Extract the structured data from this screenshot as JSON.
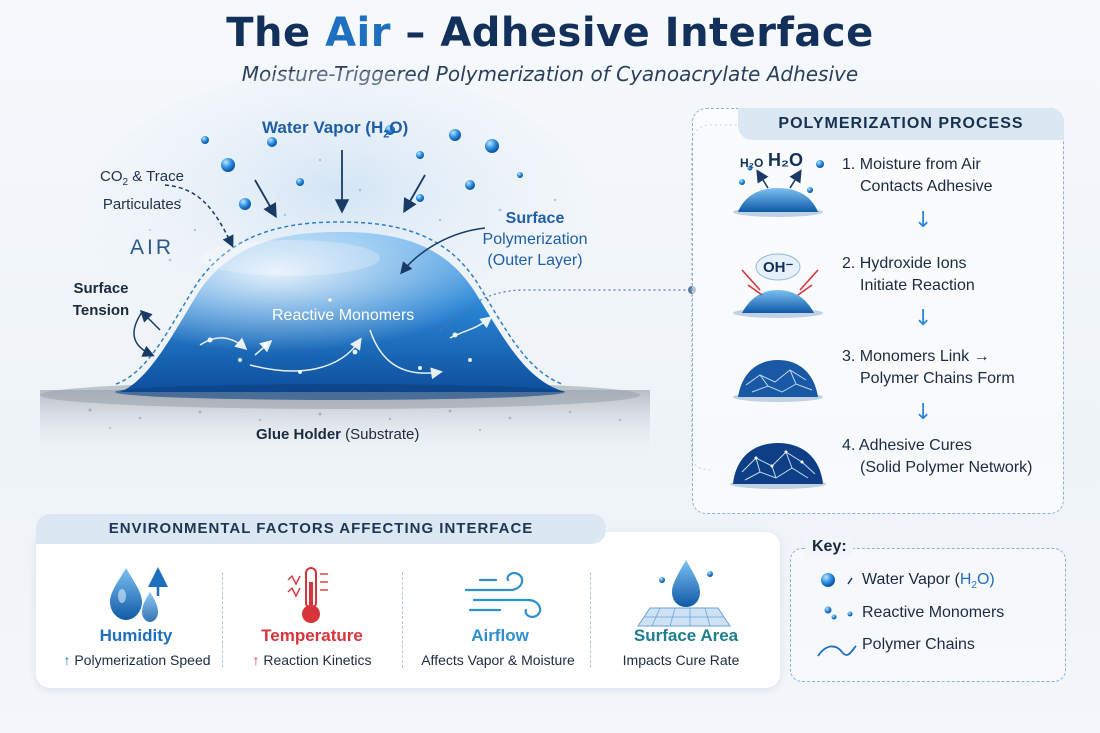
{
  "title": {
    "part1": "The ",
    "accent": "Air",
    "part2": " – Adhesive Interface"
  },
  "subtitle": "Moisture-Triggered Polymerization of Cyanoacrylate Adhesive",
  "scene": {
    "water_vapor": "Water Vapor (H",
    "water_vapor_sub": "2",
    "water_vapor_end": "O)",
    "co2_line1": "CO",
    "co2_sub": "2",
    "co2_line1_end": " & Trace",
    "co2_line2": "Particulates",
    "air": "AIR",
    "surface_tension_1": "Surface",
    "surface_tension_2": "Tension",
    "surface_poly_1": "Surface",
    "surface_poly_2": "Polymerization",
    "surface_poly_3": "(Outer Layer)",
    "reactive_monomers": "Reactive Monomers",
    "substrate_bold": "Glue Holder",
    "substrate_rest": " (Substrate)"
  },
  "process": {
    "header": "POLYMERIZATION PROCESS",
    "steps": [
      {
        "line1": "1. Moisture from Air",
        "line2": "Contacts Adhesive",
        "icon": "water-droplet-icon"
      },
      {
        "line1": "2. Hydroxide Ions",
        "line2": "Initiate Reaction",
        "icon": "hydroxide-droplet-icon"
      },
      {
        "line1": "3. Monomers Link →",
        "line2": "Polymer Chains Form",
        "icon": "polymer-chain-droplet-icon"
      },
      {
        "line1": "4. Adhesive Cures",
        "line2": "(Solid Polymer Network)",
        "icon": "cured-network-droplet-icon"
      }
    ],
    "icon_labels": {
      "h2o_small": "H₂O",
      "h2o_big": "H₂O",
      "oh": "OH⁻"
    }
  },
  "environment": {
    "header": "ENVIRONMENTAL FACTORS AFFECTING INTERFACE",
    "factors": [
      {
        "name": "Humidity",
        "arrow": "↑",
        "desc": " Polymerization Speed",
        "color": "#1f6fc0",
        "icon": "humidity-icon"
      },
      {
        "name": "Temperature",
        "arrow": "↑",
        "desc": " Reaction Kinetics",
        "color": "#d8353a",
        "icon": "thermometer-icon"
      },
      {
        "name": "Airflow",
        "arrow": "",
        "desc": "Affects Vapor & Moisture",
        "color": "#2b8fd0",
        "icon": "airflow-icon"
      },
      {
        "name": "Surface Area",
        "arrow": "",
        "desc": "Impacts Cure Rate",
        "color": "#1c7e8e",
        "icon": "surface-area-icon"
      }
    ]
  },
  "key": {
    "title": "Key:",
    "items": [
      {
        "label_a": "Water Vapor (",
        "label_b": "H",
        "label_sub": "2",
        "label_c": "O)"
      },
      {
        "label": "Reactive Monomers"
      },
      {
        "label": "Polymer Chains"
      }
    ]
  },
  "colors": {
    "primary": "#1f6fc0",
    "navy": "#12305a",
    "red": "#d8353a",
    "teal": "#1c7e8e"
  }
}
